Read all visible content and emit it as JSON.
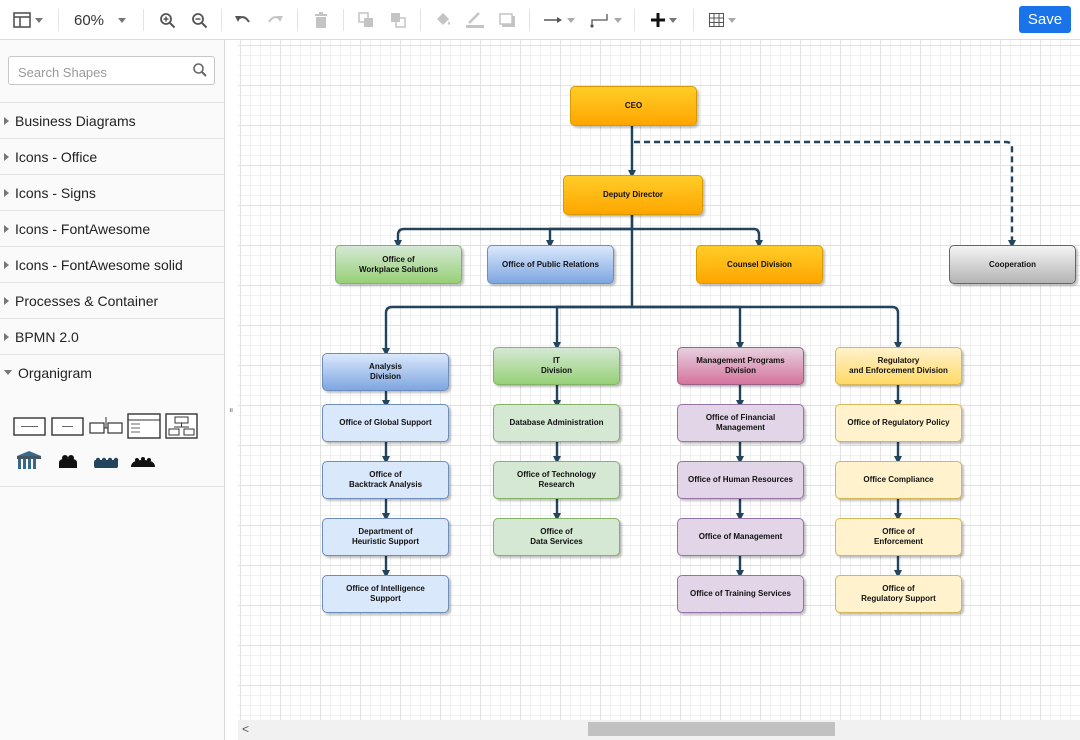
{
  "toolbar": {
    "zoom": "60%",
    "save_label": "Save"
  },
  "sidebar": {
    "search_placeholder": "Search Shapes",
    "libraries": [
      {
        "label": "Business Diagrams",
        "expanded": false
      },
      {
        "label": "Icons - Office",
        "expanded": false
      },
      {
        "label": "Icons - Signs",
        "expanded": false
      },
      {
        "label": "Icons - FontAwesome",
        "expanded": false
      },
      {
        "label": "Icons - FontAwesome solid",
        "expanded": false
      },
      {
        "label": "Processes & Container",
        "expanded": false
      },
      {
        "label": "BPMN 2.0",
        "expanded": false
      },
      {
        "label": "Organigram",
        "expanded": true
      }
    ]
  },
  "diagram": {
    "nodes": {
      "ceo": "CEO",
      "deputy": "Deputy Director",
      "workplace": "Office of\nWorkplace Solutions",
      "pr": "Office of Public Relations",
      "counsel": "Counsel Division",
      "cooperation": "Cooperation",
      "analysis": "Analysis\nDivision",
      "it": "IT\nDivision",
      "mgmt_programs": "Management Programs\nDivision",
      "regulatory": "Regulatory\nand Enforcement Division",
      "global_support": "Office of Global Support",
      "backtrack": "Office of\nBacktrack Analysis",
      "heuristic": "Department of\nHeuristic Support",
      "intelligence": "Office of Intelligence\nSupport",
      "db_admin": "Database Administration",
      "tech_research": "Office of Technology\nResearch",
      "data_services": "Office of\nData Services",
      "financial": "Office of Financial\nManagement",
      "human_resources": "Office of Human Resources",
      "management": "Office of Management",
      "training": "Office of Training Services",
      "reg_policy": "Office of Regulatory Policy",
      "compliance": "Office Compliance",
      "enforcement": "Office of\nEnforcement",
      "reg_support": "Office of\nRegulatory Support"
    }
  },
  "colors": {
    "accent": "#1a73e8",
    "edge": "#23445d"
  }
}
